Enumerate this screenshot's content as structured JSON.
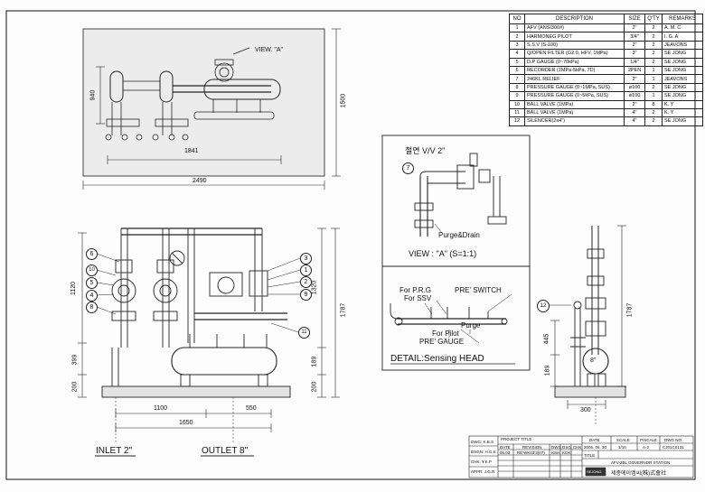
{
  "bom": {
    "headers": [
      "NO",
      "DESCRIPTION",
      "SIZE",
      "Q'TY",
      "REMARKS"
    ],
    "rows": [
      {
        "no": "1",
        "desc": "AFV (ANSI300#)",
        "size": "2\"",
        "qty": "2",
        "remarks": "A. M. C"
      },
      {
        "no": "2",
        "desc": "HARMONEG PILOT",
        "size": "3/4\"",
        "qty": "2",
        "remarks": "I. G. A"
      },
      {
        "no": "3",
        "desc": "S.S.V (S-100)",
        "size": "2\"",
        "qty": "2",
        "remarks": "JEAVONS"
      },
      {
        "no": "4",
        "desc": "Q/OPEN FILTER (G2.0, HFV, 1MPa)",
        "size": "3\"",
        "qty": "2",
        "remarks": "SE JONG"
      },
      {
        "no": "5",
        "desc": "D.P GAUGE (0~70kPa)",
        "size": "1/4\"",
        "qty": "2",
        "remarks": "SE JONG"
      },
      {
        "no": "6",
        "desc": "RECORDER (1MPa-5kPa, 7D)",
        "size": "2PEN",
        "qty": "1",
        "remarks": "SE JONG"
      },
      {
        "no": "7",
        "desc": "246KL RELIEF",
        "size": "2\"",
        "qty": "1",
        "remarks": "JEAVONS"
      },
      {
        "no": "8",
        "desc": "PRESSURE GAUGE (0~1MPa, SUS)",
        "size": "ø100",
        "qty": "2",
        "remarks": "SE JONG"
      },
      {
        "no": "9",
        "desc": "PRESSURE GAUGE (0~5kPa, SUS)",
        "size": "ø100",
        "qty": "1",
        "remarks": "SE JONG"
      },
      {
        "no": "10",
        "desc": "BALL VALVE (1MPa)",
        "size": "2\"",
        "qty": "8",
        "remarks": "K.   Y"
      },
      {
        "no": "11",
        "desc": "BALL VALVE (1MPa)",
        "size": "4\"",
        "qty": "2",
        "remarks": "K.   Y"
      },
      {
        "no": "12",
        "desc": "SILENCER(2x4\")",
        "size": "4\"",
        "qty": "2",
        "remarks": "SE JONG"
      }
    ]
  },
  "plan_view": {
    "view_label": "VIEW. \"A\"",
    "dim_width": "1841",
    "dim_overall": "2490",
    "dim_height": "940",
    "dim_outer_height": "1500"
  },
  "view_a": {
    "valve_label": "절연 V/V 2\"",
    "balloon": "7",
    "purge_label": "Purge&Drain",
    "caption": "VIEW : \"A\" (S=1:1)"
  },
  "sensing_head": {
    "for_prg": "For P.R.G",
    "for_ssv": "For SSV",
    "pre_switch": "PRE' SWITCH",
    "purge": "Purge",
    "for_pilot": "For Pilot",
    "pre_gauge": "PRE' GAUGE",
    "title": "DETAIL:Sensing HEAD"
  },
  "front_view": {
    "balloons_left": [
      "6",
      "10",
      "5",
      "4",
      "8"
    ],
    "balloons_right": [
      "3",
      "1",
      "2",
      "9",
      "11"
    ],
    "dim_1120": "1120",
    "dim_1320": "1320",
    "dim_1787": "1787",
    "dim_399": "399",
    "dim_200": "200",
    "dim_189": "189",
    "dim_200b": "200",
    "dim_1100": "1100",
    "dim_550": "550",
    "dim_1650": "1650",
    "inlet": "INLET 2\"",
    "outlet": "OUTLET 8\""
  },
  "side_view": {
    "balloon": "12",
    "dim_1787": "1787",
    "dim_445": "445",
    "dim_189": "189",
    "dim_8": "8\"",
    "dim_300": "300"
  },
  "title_block": {
    "dwg": "DWG: K.B.S",
    "dsgn": "DSGN: H.G.K",
    "chk": "CHK: Y.K.P",
    "appr": "APPR: J.G.R",
    "project": "PROJECT TITLE",
    "date_h": "DATE",
    "revision_h": "REVISION",
    "dwg_h": "DWG",
    "dsg_h": "DSG",
    "chk_h": "CHK",
    "rev_date": "05.03",
    "rev_text": "RE'WK03'3(07)",
    "rev_dsg": "KSH",
    "rev_chk": "KOK",
    "date_col": "DATE",
    "scale_col": "SCALE",
    "psize_col": "P/SCALE",
    "dwgno_col": "DWG NO.",
    "date_val": "2005. 06. 30",
    "scale_val": "1/10",
    "psize_val": "A-2",
    "dwgno_val": "CJ01C0131",
    "title_label": "TITLE",
    "title_val": "AFV-2BL GOVERNOR STATION",
    "company": "세종에이엠씨(株)式會社",
    "logo": "SEJONG"
  }
}
